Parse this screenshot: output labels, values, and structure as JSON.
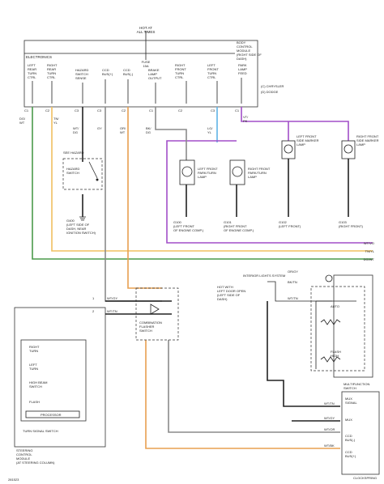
{
  "bcm": {
    "hot_label": "HOT AT",
    "hot_label_2": "ALL TIMES",
    "fuse_label": "FUSE",
    "fuse_label_2": "15A",
    "electronics_label": "ELECTRONICS",
    "title_1": "BODY",
    "title_2": "CONTROL",
    "title_3": "MODULE",
    "title_4": "(RIGHT SIDE OF",
    "title_5": "DASH)",
    "signals": [
      {
        "l1": "LEFT",
        "l2": "REAR",
        "l3": "TURN",
        "l4": "CTRL"
      },
      {
        "l1": "RIGHT",
        "l2": "REAR",
        "l3": "TURN",
        "l4": "CTRL"
      },
      {
        "l1": "HAZARD",
        "l2": "SWITCH",
        "l3": "SENSE"
      },
      {
        "l1": "CCD",
        "l2": "BUS(+)"
      },
      {
        "l1": "CCD",
        "l2": "BUS(-)"
      },
      {
        "l1": "BRAKE",
        "l2": "LAMP",
        "l3": "OUTPUT"
      },
      {
        "l1": "RIGHT",
        "l2": "FRONT",
        "l3": "TURN",
        "l4": "CTRL"
      },
      {
        "l1": "LEFT",
        "l2": "FRONT",
        "l3": "TURN",
        "l4": "CTRL"
      },
      {
        "l1": "PARK",
        "l2": "LAMP",
        "l3": "FEED"
      }
    ]
  },
  "legend": {
    "chrysler": "(C) CHRYSLER",
    "dodge": "(D) DODGE"
  },
  "connectors": [
    "C1",
    "C2",
    "C3",
    "C3",
    "C2",
    "C1",
    "C2",
    "C3",
    "C1"
  ],
  "wire_labels": [
    "DG/",
    "WT",
    "TN/",
    "YL",
    "WT/",
    "DG",
    "GY",
    "OR/",
    "WT",
    "BK/",
    "DG",
    "LG/",
    "YL",
    "VT/",
    "PK"
  ],
  "hazard_switch": {
    "label": "SEE HAZARD",
    "title_1": "HAZARD",
    "title_2": "SWITCH",
    "gnd_1": "G400",
    "gnd_2": "(LEFT SIDE OF",
    "gnd_3": "DASH, NEAR",
    "gnd_4": "IGNITION SWITCH)"
  },
  "front_lamps": {
    "left": {
      "l1": "LEFT FRONT",
      "l2": "PARK/TURN",
      "l3": "LAMP",
      "gnd_1": "G100",
      "gnd_2": "(LEFT FRONT",
      "gnd_3": "OF ENGINE COMP.)"
    },
    "right": {
      "l1": "RIGHT FRONT",
      "l2": "PARK/TURN",
      "l3": "LAMP",
      "gnd_1": "G101",
      "gnd_2": "(RIGHT FRONT",
      "gnd_3": "OF ENGINE COMP.)"
    }
  },
  "side_markers": {
    "left": {
      "l1": "LEFT FRONT",
      "l2": "SIDE MARKER",
      "l3": "LAMP",
      "gnd_1": "G102",
      "gnd_2": "(LEFT FRONT)"
    },
    "right": {
      "l1": "RIGHT FRONT",
      "l2": "SIDE MARKER",
      "l3": "LAMP",
      "gnd_1": "G103",
      "gnd_2": "(RIGHT FRONT)"
    }
  },
  "edge_labels": [
    "WT/VO",
    "TN/YL",
    "DG/WT"
  ],
  "flasher": {
    "l1": "COMBINATION",
    "l2": "FLASHER",
    "l3": "SWITCH"
  },
  "scm": {
    "right_1": "RIGHT",
    "right_2": "TURN",
    "left_1": "LEFT",
    "left_2": "TURN",
    "high_1": "HIGH BEAM",
    "high_2": "SWITCH",
    "flash": "FLASH",
    "processor": "PROCESSOR",
    "switch_title": "TURN SIGNAL SWITCH",
    "module_1": "STEERING",
    "module_2": "CONTROL",
    "module_3": "MODULE",
    "module_4": "(AT STEERING COLUMN)",
    "pin_1": "1",
    "pin_2": "2",
    "wire_1": "WT/GY",
    "wire_2": "WT/TN"
  },
  "multifunction": {
    "interior_label": "INTERIOR LIGHTS SYSTEM",
    "hot_1": "HOT WITH",
    "hot_2": "LEFT DOOR OPEN",
    "hot_3": "(LEFT SIDE OF",
    "hot_4": "DASH)",
    "wire_1": "OR/GY",
    "wire_2": "BK/TN",
    "wire_3": "WT/TN",
    "auto": "AUTO",
    "high_1": "FLASH",
    "high_2": "HIGH",
    "title_1": "MULTIFUNCTION",
    "title_2": "SWITCH"
  },
  "clockspring": {
    "pins": [
      "MUX",
      "SIGNAL",
      "MUX",
      "CCD",
      "BUS(-)",
      "CCD",
      "BUS(+)"
    ],
    "wires": [
      "WT/TN",
      "WT/GY",
      "WT/OR",
      "WT/BK"
    ],
    "title": "CLOCKSPRING"
  },
  "figure_id": "281523"
}
